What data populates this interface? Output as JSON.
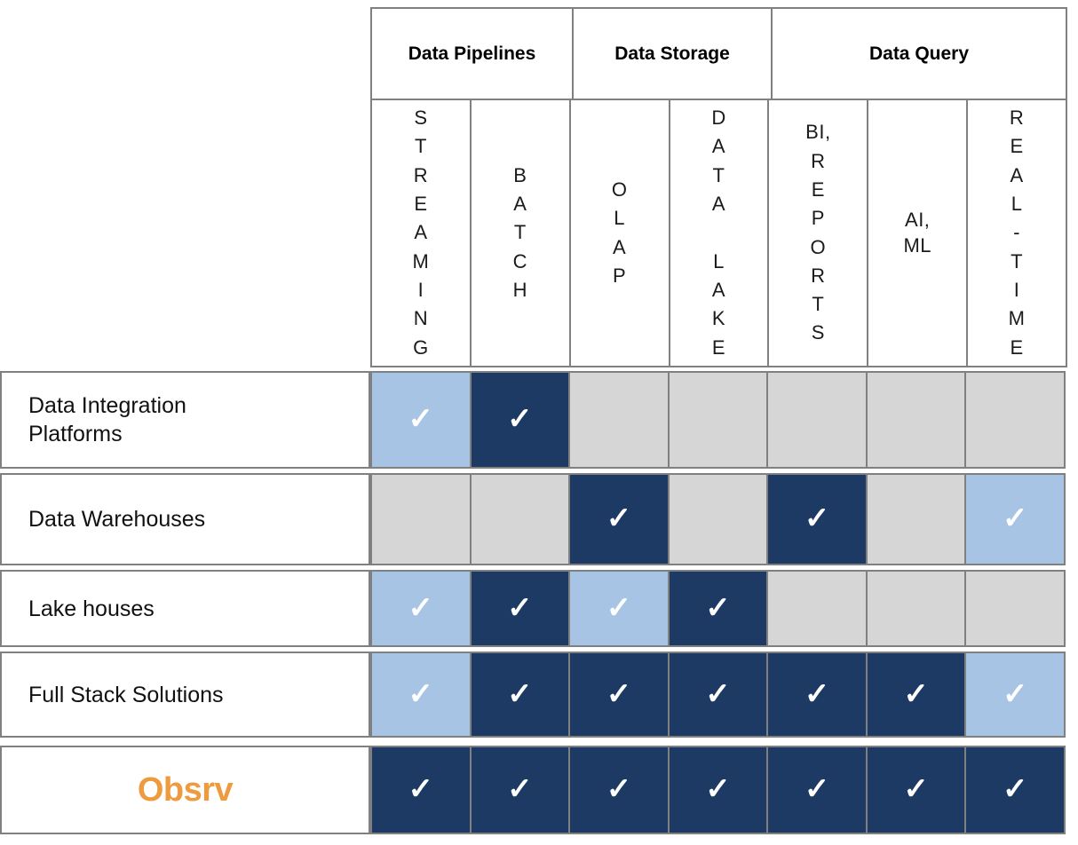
{
  "table": {
    "column_groups": [
      {
        "label": "Data\nPipelines",
        "span": 2
      },
      {
        "label": "Data Storage",
        "span": 2
      },
      {
        "label": "Data Query",
        "span": 3
      }
    ],
    "columns": [
      {
        "id": "streaming",
        "label": "S\nT\nR\nE\nA\nM\nI\nN\nG"
      },
      {
        "id": "batch",
        "label": "B\nA\nT\nC\nH"
      },
      {
        "id": "olap",
        "label": "O\nL\nA\nP"
      },
      {
        "id": "data-lake",
        "label": "D\nA\nT\nA\n \nL\nA\nK\nE"
      },
      {
        "id": "bi-reports",
        "label": "BI,\nR\nE\nP\nO\nR\nT\nS"
      },
      {
        "id": "ai-ml",
        "label": "AI,\nML"
      },
      {
        "id": "real-time",
        "label": "R\nE\nA\nL\n-\nT\nI\nM\nE"
      }
    ],
    "rows": [
      {
        "label": "Data Integration\nPlatforms",
        "is_logo": false,
        "cells": [
          "light",
          "dark",
          "empty",
          "empty",
          "empty",
          "empty",
          "empty"
        ]
      },
      {
        "label": "Data Warehouses",
        "is_logo": false,
        "cells": [
          "empty",
          "empty",
          "dark",
          "empty",
          "dark",
          "empty",
          "light"
        ]
      },
      {
        "label": "Lake houses",
        "is_logo": false,
        "cells": [
          "light",
          "dark",
          "light",
          "dark",
          "empty",
          "empty",
          "empty"
        ]
      },
      {
        "label": "Full Stack Solutions",
        "is_logo": false,
        "cells": [
          "light",
          "dark",
          "dark",
          "dark",
          "dark",
          "dark",
          "light"
        ]
      },
      {
        "label": "Obsrv",
        "is_logo": true,
        "cells": [
          "dark",
          "dark",
          "dark",
          "dark",
          "dark",
          "dark",
          "dark"
        ]
      }
    ],
    "check_glyph": "✓"
  },
  "colors": {
    "supported_full": "#1c3a63",
    "supported_partial": "#a8c4e5",
    "not_supported": "#d6d6d6",
    "border": "#808080",
    "brand_orange": "#ee9b3f",
    "check_mark": "#ffffff"
  }
}
